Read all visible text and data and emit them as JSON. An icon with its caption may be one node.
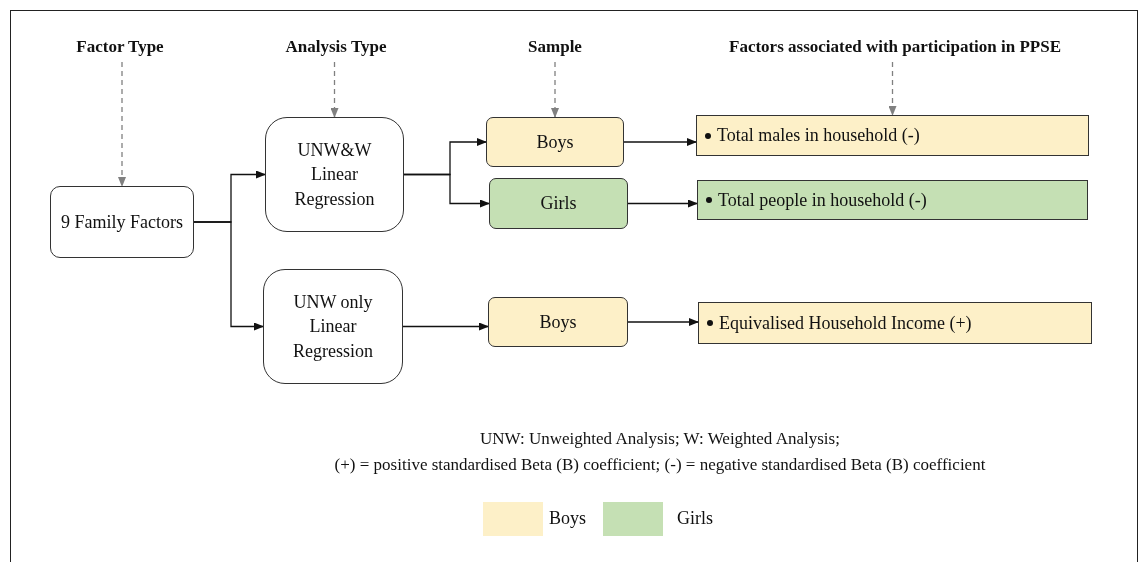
{
  "diagram": {
    "nodes": [
      {
        "text": [
          "Factor Type"
        ]
      },
      {
        "text": [
          "Analysis Type"
        ]
      },
      {
        "text": [
          "Sample"
        ]
      },
      {
        "text": [
          "Factors associated with participation in PPSE"
        ]
      },
      {
        "text": [
          "9 Family Factors"
        ]
      },
      {
        "text": [
          "UNW&W Linear Regression"
        ]
      },
      {
        "text": [
          "UNW only Linear Regression"
        ]
      },
      {
        "text": [
          "Boys"
        ]
      },
      {
        "text": [
          "Girls"
        ]
      },
      {
        "text": [
          "Boys"
        ]
      },
      {
        "text": [
          "Total males in household (-)"
        ]
      },
      {
        "text": [
          "Total people in household (-)"
        ]
      },
      {
        "text": [
          "Equivalised Household Income (+)"
        ]
      }
    ],
    "edges": [
      {
        "from": 0,
        "to": 4,
        "arrow": "to",
        "style": "dashed",
        "color": "#808080"
      },
      {
        "from": 1,
        "to": 5,
        "arrow": "to",
        "style": "dashed",
        "color": "#808080"
      },
      {
        "from": 2,
        "to": 7,
        "arrow": "to",
        "style": "dashed",
        "color": "#808080"
      },
      {
        "from": 3,
        "to": 10,
        "arrow": "to",
        "style": "dashed",
        "color": "#808080"
      },
      {
        "from": 4,
        "to": 5,
        "arrow": "to"
      },
      {
        "from": 4,
        "to": 6,
        "arrow": "to"
      },
      {
        "from": 5,
        "to": 7,
        "arrow": "to"
      },
      {
        "from": 5,
        "to": 8,
        "arrow": "to"
      },
      {
        "from": 7,
        "to": 10,
        "arrow": "to"
      },
      {
        "from": 8,
        "to": 11,
        "arrow": "to"
      },
      {
        "from": 6,
        "to": 9,
        "arrow": "to"
      },
      {
        "from": 9,
        "to": 12,
        "arrow": "to"
      }
    ],
    "labels": [
      "UNW: Unweighted Analysis; W: Weighted Analysis;",
      "(+) = positive standardised Beta (B) coefficient; (-) = negative standardised Beta (B) coefficient"
    ],
    "legend": [
      {
        "text": "Boys",
        "color": "#fdf0c8"
      },
      {
        "text": "Girls",
        "color": "#c5e0b4"
      }
    ]
  }
}
